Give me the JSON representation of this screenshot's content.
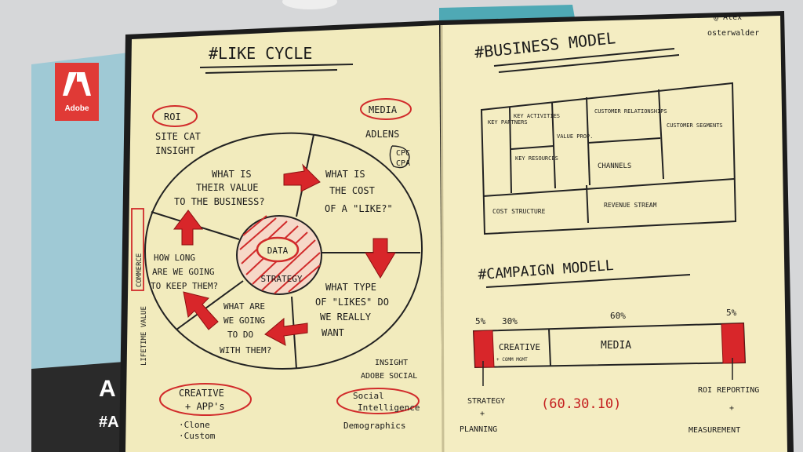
{
  "background": {
    "book_brand": "Adobe",
    "book_title_fragment": "A",
    "book_hashtag_fragment": "#A"
  },
  "left_page": {
    "title": "#LIKE CYCLE",
    "roi_label": "ROI",
    "sitecat": [
      "SITE CAT",
      "INSIGHT"
    ],
    "media_label": "MEDIA",
    "adlens": "ADLENS",
    "cpc_cpa": [
      "CPC",
      "CPA"
    ],
    "q_value": [
      "WHAT IS",
      "THEIR VALUE",
      "TO THE BUSINESS?"
    ],
    "q_cost": [
      "WHAT IS",
      "THE COST",
      "OF A \"LIKE?\""
    ],
    "center": [
      "DATA",
      "STRATEGY"
    ],
    "q_type": [
      "WHAT TYPE",
      "OF \"LIKES\" DO",
      "WE REALLY",
      "WANT"
    ],
    "q_keep": [
      "HOW LONG",
      "ARE WE GOING",
      "TO KEEP THEM?"
    ],
    "q_do": [
      "WHAT ARE",
      "WE GOING",
      "TO DO",
      "WITH THEM?"
    ],
    "side_label": "LIFETIME VALUE",
    "side_box": "COMMERCE",
    "creative": [
      "CREATIVE",
      "+ APP's"
    ],
    "clone": [
      "·Clone",
      "·Custom"
    ],
    "insight": [
      "INSIGHT",
      "ADOBE SOCIAL"
    ],
    "social": [
      "Social",
      "Intelligence",
      "Demographics"
    ]
  },
  "right_page": {
    "title": "#BUSINESS MODEL",
    "author": [
      "@ Alex",
      "osterwalder"
    ],
    "canvas": {
      "key_partners": "KEY PARTNERS",
      "key_activities": "KEY ACTIVITIES",
      "key_resources": "KEY RESOURCES",
      "value_prop": "VALUE PROP.",
      "customer_relationships": "CUSTOMER RELATIONSHIPS",
      "channels": "CHANNELS",
      "customer_segments": "CUSTOMER SEGMENTS",
      "cost_structure": "COST STRUCTURE",
      "revenue_stream": "REVENUE STREAM"
    },
    "campaign_title": "#CAMPAIGN MODELL",
    "bar_labels": [
      "5%",
      "30%",
      "60%",
      "5%"
    ],
    "creative": "CREATIVE",
    "creative_sub": "+ COMM MGMT",
    "media": "MEDIA",
    "strategy": [
      "STRATEGY",
      "+",
      "PLANNING"
    ],
    "ratio": "(60.30.10)",
    "roi_reporting": [
      "ROI REPORTING",
      "+",
      "MEASUREMENT"
    ]
  }
}
